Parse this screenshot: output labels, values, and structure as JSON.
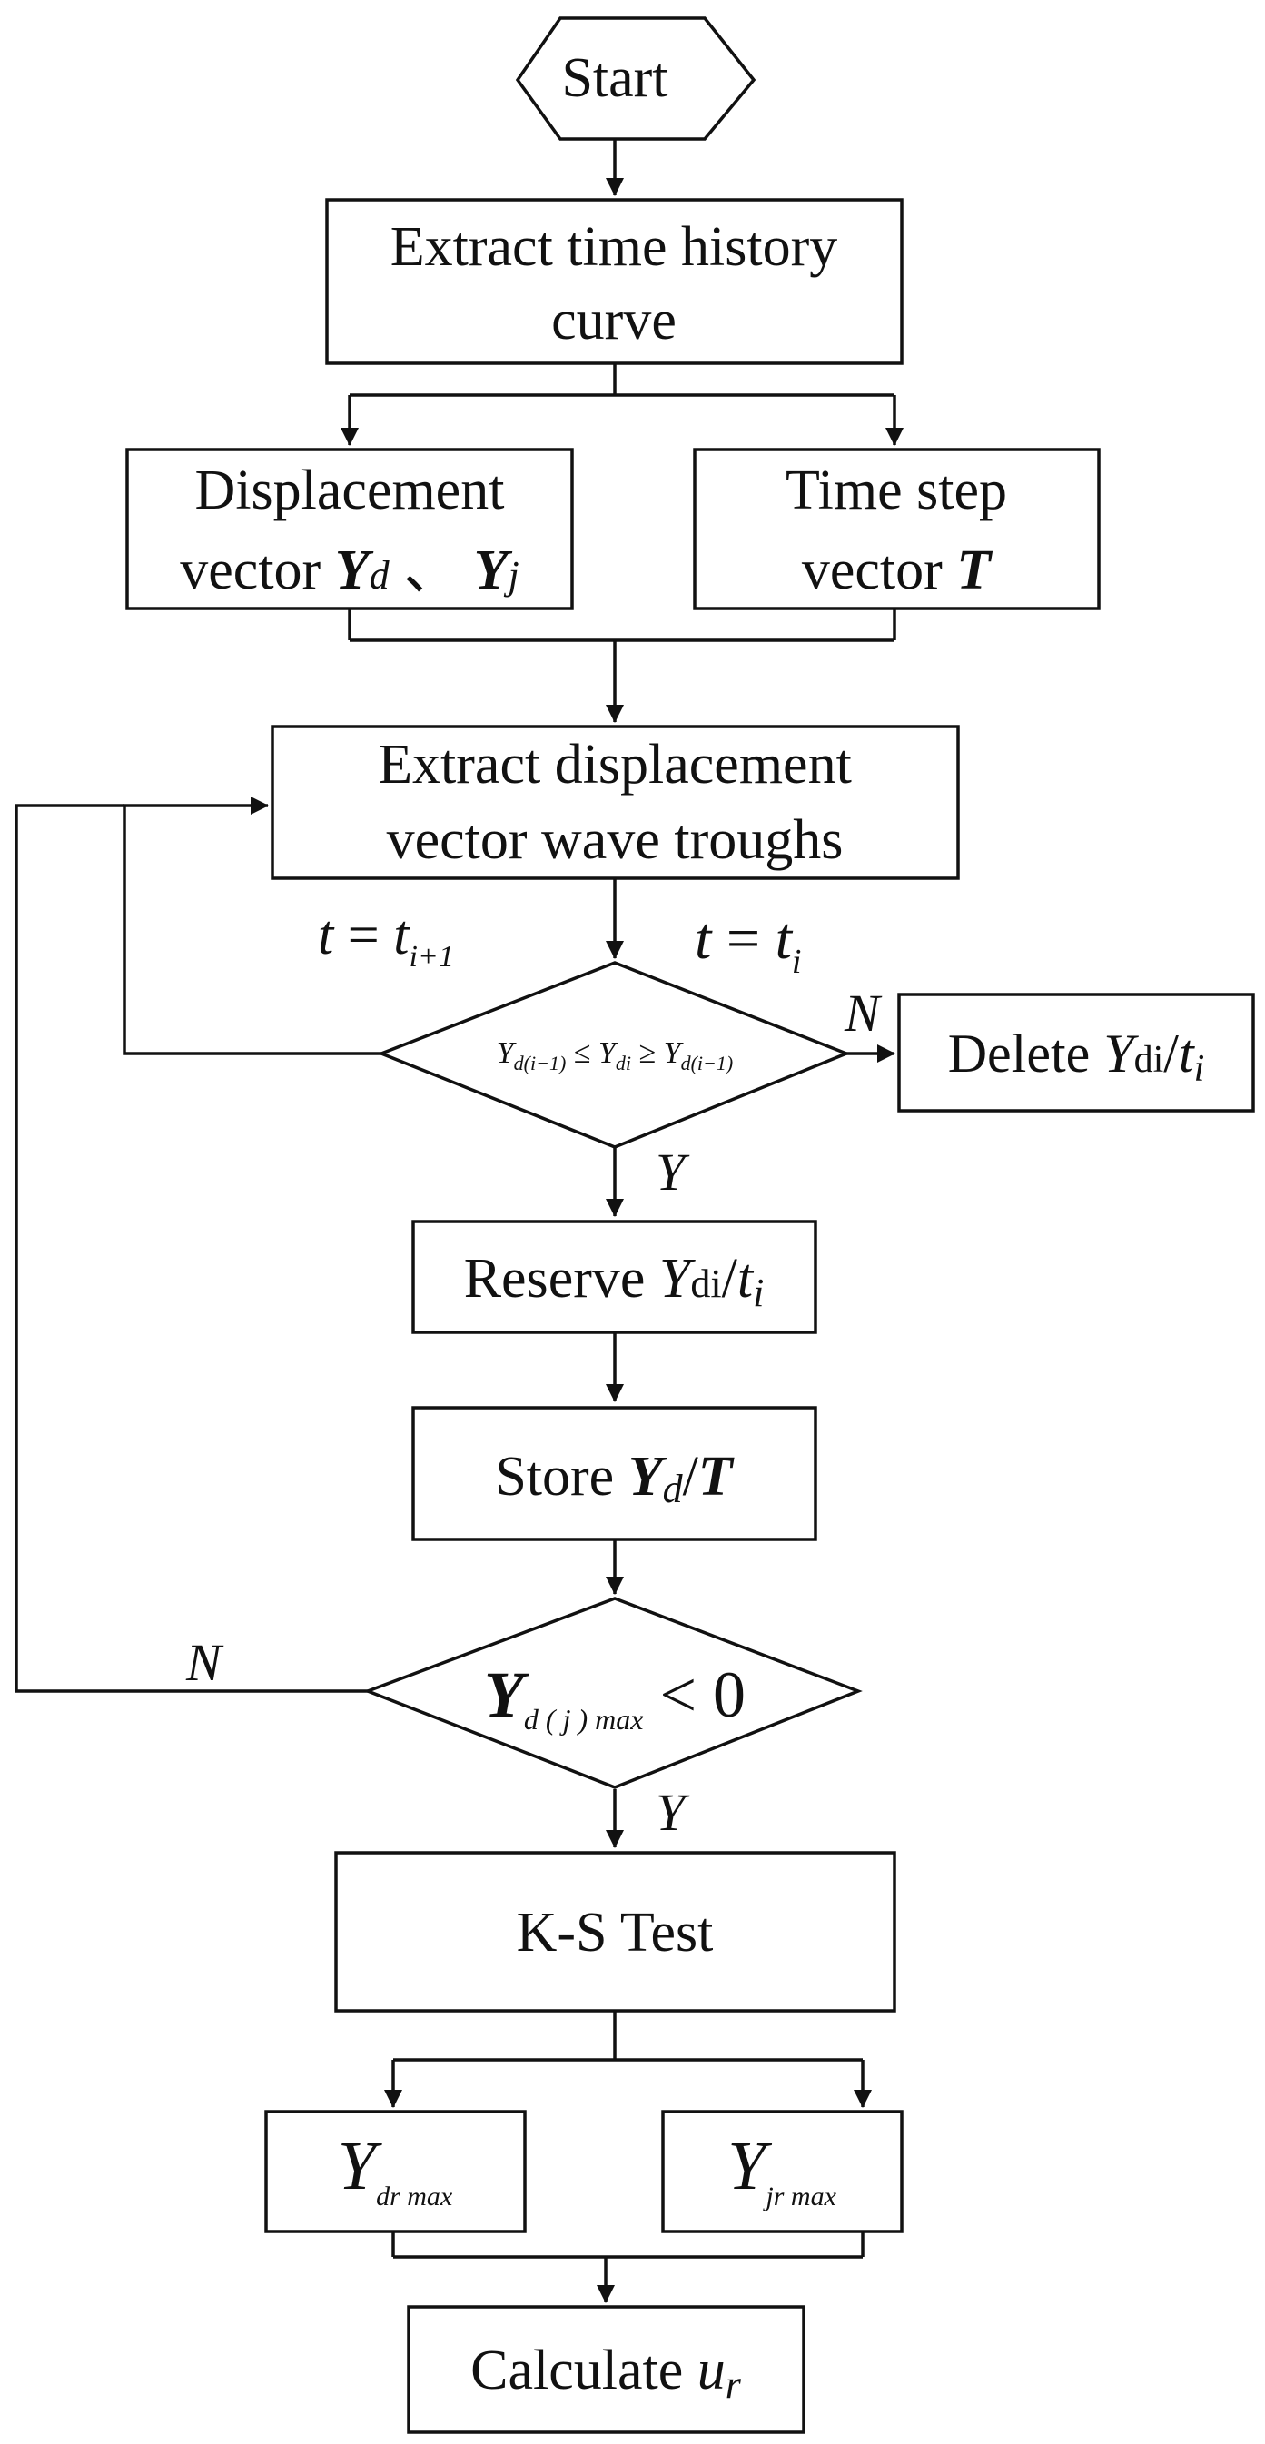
{
  "nodes": {
    "start": "Start",
    "extract_curve": [
      "Extract time history",
      "curve"
    ],
    "displacement_vector": {
      "line1": "Displacement",
      "line2_prefix": "vector ",
      "Y": "Y",
      "sub_d": "d",
      "sep": " 、 ",
      "sub_j": "j"
    },
    "time_step_vector": {
      "line1": "Time step",
      "line2_prefix": "vector ",
      "T": "T"
    },
    "extract_troughs": [
      "Extract displacement",
      "vector wave troughs"
    ],
    "trough_condition": {
      "Y": "Y",
      "sub_left": "d(i−1)",
      "le": " ≤ ",
      "sub_mid": "di",
      "ge": " ≥ ",
      "sub_right": "d(i−1)"
    },
    "delete": {
      "prefix": "Delete ",
      "Y": "Y",
      "sub": "di",
      "slash": "/",
      "t": "t",
      "t_sub": "i"
    },
    "reserve": {
      "prefix": "Reserve ",
      "Y": "Y",
      "sub": "di",
      "slash": "/",
      "t": "t",
      "t_sub": "i"
    },
    "store": {
      "prefix": "Store ",
      "Y": "Y",
      "sub": "d",
      "slash": "/",
      "T": "T"
    },
    "max_condition": {
      "Y": "Y",
      "sub": "d ( j ) max",
      "rel": " < 0"
    },
    "ks_test": "K-S Test",
    "ydr": {
      "Y": "Y",
      "sub": "dr max"
    },
    "yjr": {
      "Y": "Y",
      "sub": "jr max"
    },
    "calculate": {
      "prefix": "Calculate ",
      "u": "u",
      "sub": "r"
    }
  },
  "edge_labels": {
    "t_next": {
      "t": "t",
      "eq": " = ",
      "t2": "t",
      "sub": "i+1"
    },
    "t_cur": {
      "t": "t",
      "eq": " = ",
      "t2": "t",
      "sub": "i"
    },
    "n1": "N",
    "y1": "Y",
    "n2": "N",
    "y2": "Y"
  }
}
